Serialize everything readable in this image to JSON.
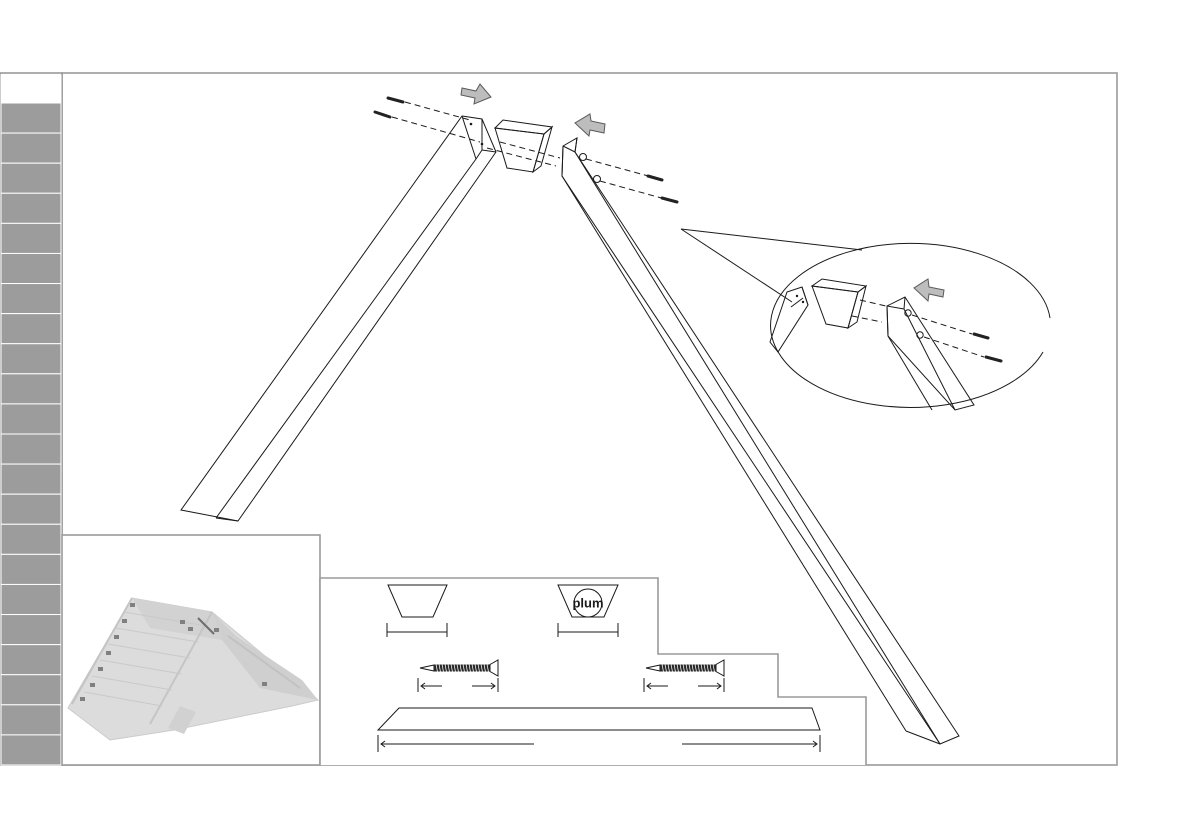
{
  "logo": {
    "text": "plum"
  },
  "tabs": {
    "count": 23,
    "active_index": 0
  },
  "colors": {
    "frame": "#9a9a9a",
    "tab_fill": "#9c9c9c",
    "tab_active": "#ffffff",
    "arrow_fill": "#bdbdbd",
    "line": "#1a1a1a",
    "preview_fill": "#d4d4d4"
  },
  "icons": {
    "arrows": [
      "push-arrow-right-icon",
      "push-arrow-left-icon",
      "push-arrow-left-icon"
    ],
    "parts": [
      "wedge-block",
      "wedge-block-branded",
      "wood-screw",
      "wood-screw",
      "long-beam"
    ]
  }
}
